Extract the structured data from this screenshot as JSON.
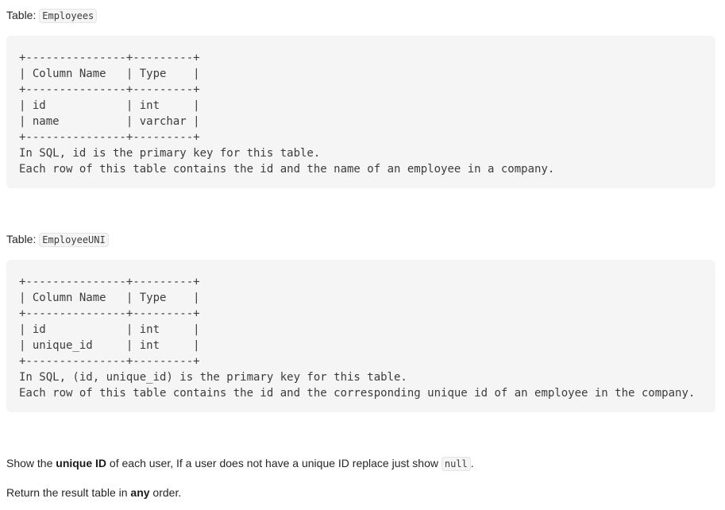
{
  "table1": {
    "label": "Table:",
    "name": "Employees",
    "schema": "+---------------+---------+\n| Column Name   | Type    |\n+---------------+---------+\n| id            | int     |\n| name          | varchar |\n+---------------+---------+\nIn SQL, id is the primary key for this table.\nEach row of this table contains the id and the name of an employee in a company."
  },
  "table2": {
    "label": "Table:",
    "name": "EmployeeUNI",
    "schema": "+---------------+---------+\n| Column Name   | Type    |\n+---------------+---------+\n| id            | int     |\n| unique_id     | int     |\n+---------------+---------+\nIn SQL, (id, unique_id) is the primary key for this table.\nEach row of this table contains the id and the corresponding unique id of an employee in the company."
  },
  "task": {
    "part1": "Show the ",
    "bold1": "unique ID",
    "part2": " of each user, If a user does not have a unique ID replace just show ",
    "code": "null",
    "part3": "."
  },
  "order": {
    "part1": "Return the result table in ",
    "bold1": "any",
    "part2": " order."
  }
}
